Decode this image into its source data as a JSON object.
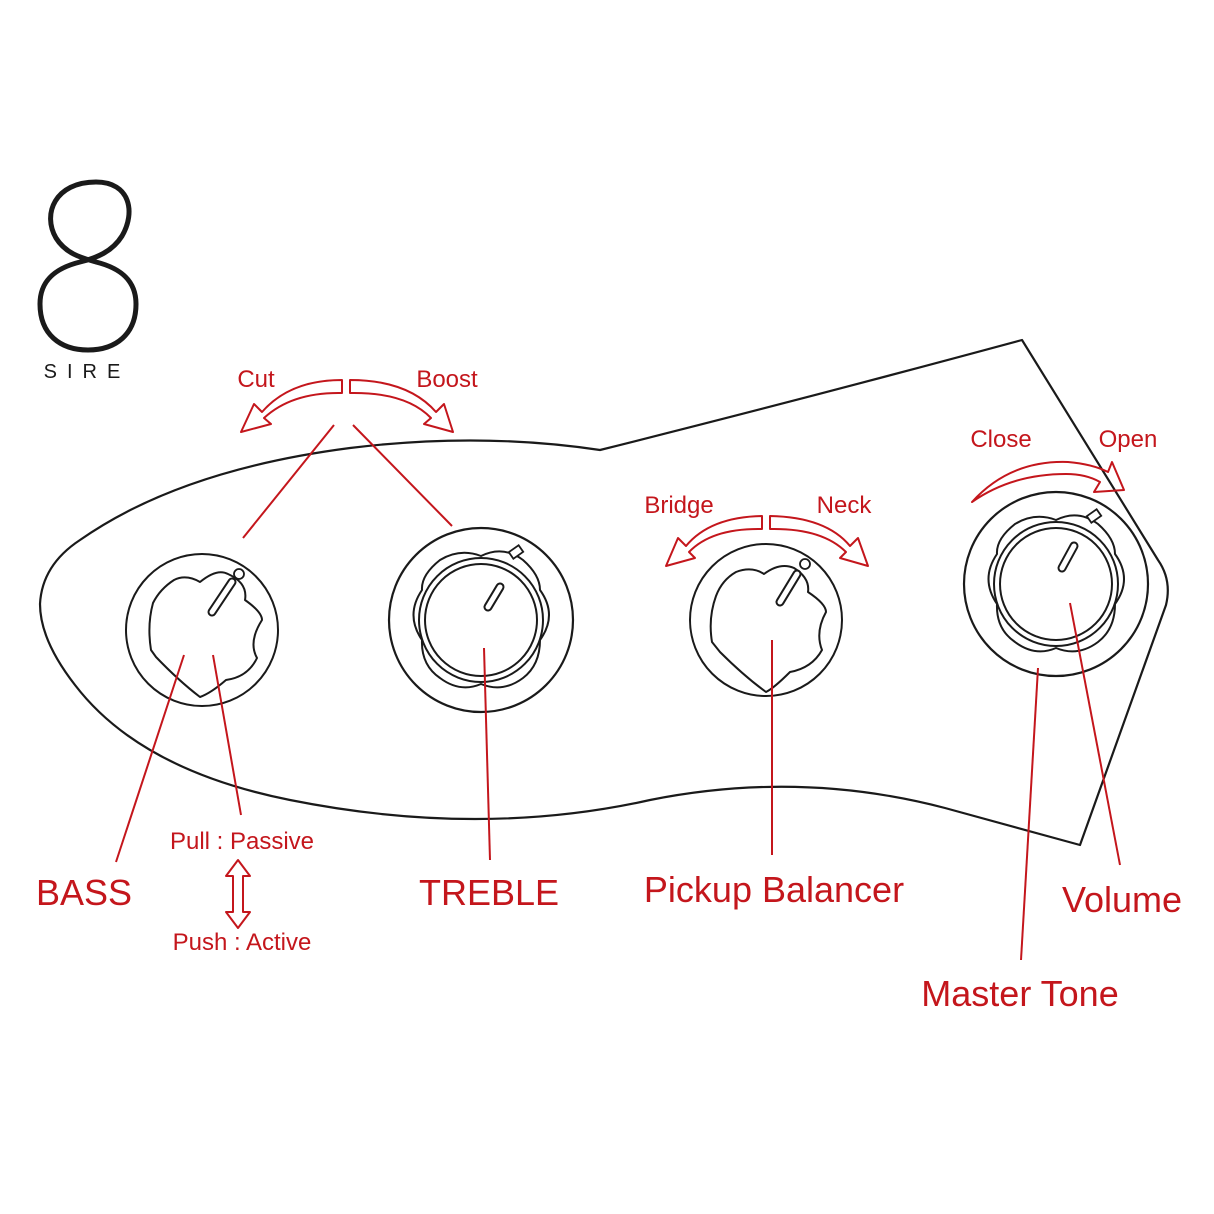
{
  "brand": {
    "logo_text": "SIRE"
  },
  "labels": {
    "cut": "Cut",
    "boost": "Boost",
    "bridge": "Bridge",
    "neck": "Neck",
    "close": "Close",
    "open": "Open",
    "bass": "BASS",
    "treble": "TREBLE",
    "pickup_balancer": "Pickup Balancer",
    "volume": "Volume",
    "master_tone": "Master Tone",
    "pull_passive": "Pull : Passive",
    "push_active": "Push : Active"
  },
  "colors": {
    "annotation": "#c4161c",
    "outline": "#1a1a1a"
  }
}
